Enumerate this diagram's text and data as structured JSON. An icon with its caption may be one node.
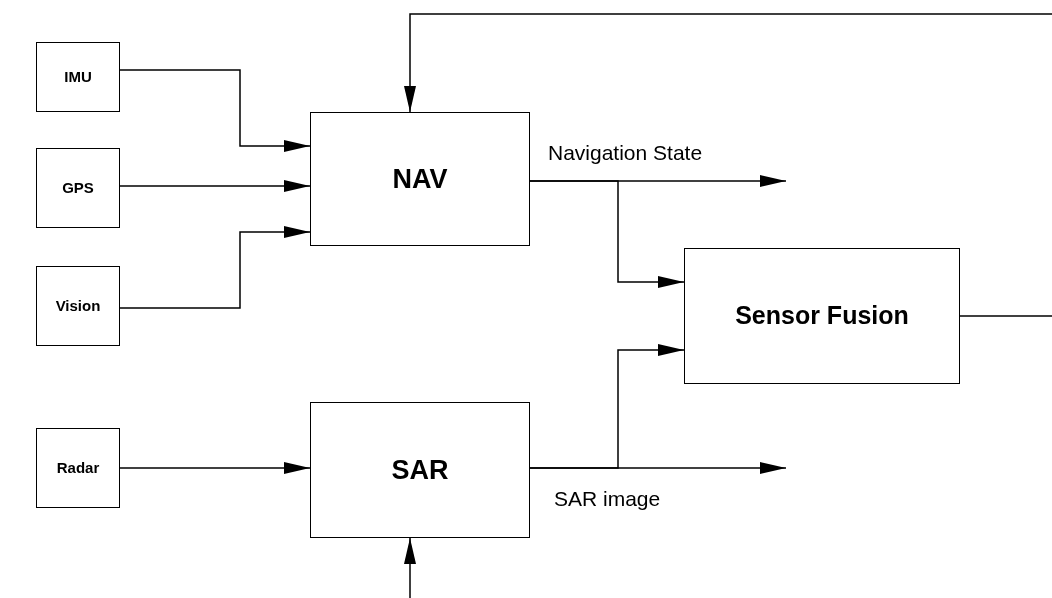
{
  "diagram": {
    "nodes": [
      {
        "text": [
          "IMU"
        ]
      },
      {
        "text": [
          "GPS"
        ]
      },
      {
        "text": [
          "Vision"
        ]
      },
      {
        "text": [
          "NAV"
        ]
      },
      {
        "text": [
          "Sensor Fusion"
        ]
      },
      {
        "text": [
          "Radar"
        ]
      },
      {
        "text": [
          "SAR"
        ]
      }
    ],
    "edges": [
      {
        "from": 0,
        "to": 3,
        "arrow": "to"
      },
      {
        "from": 1,
        "to": 3,
        "arrow": "to"
      },
      {
        "from": 2,
        "to": 3,
        "arrow": "to"
      },
      {
        "from": 3,
        "to": null,
        "arrow": "to",
        "label": "Navigation State"
      },
      {
        "from": 3,
        "to": 4,
        "arrow": "to"
      },
      {
        "from": 5,
        "to": 6,
        "arrow": "to"
      },
      {
        "from": 6,
        "to": null,
        "arrow": "to",
        "label": "SAR image"
      },
      {
        "from": 6,
        "to": 4,
        "arrow": "to"
      },
      {
        "from": 4,
        "to": null,
        "arrow": "none"
      },
      {
        "from": null,
        "to": 3,
        "arrow": "to"
      },
      {
        "from": null,
        "to": 6,
        "arrow": "to"
      }
    ]
  }
}
